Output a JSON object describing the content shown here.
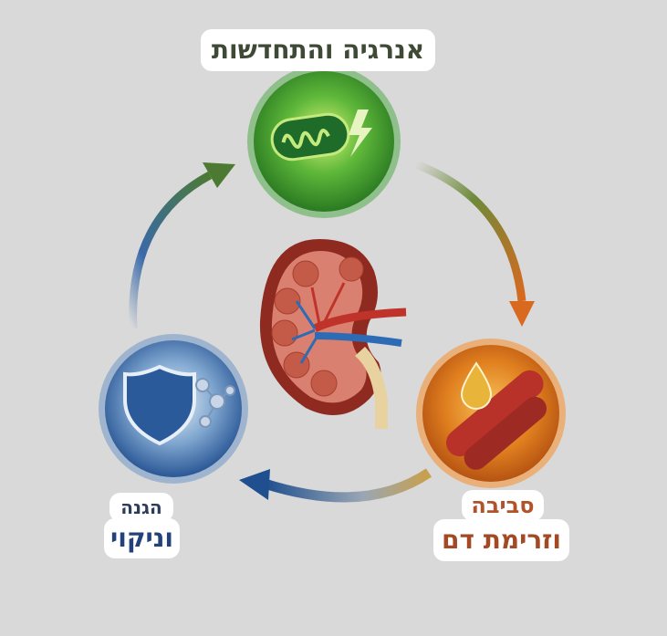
{
  "labels": {
    "energy": "אנרגיה והתחדשות",
    "protection_line1": "הגנה",
    "protection_line2": "וניקוי",
    "environment_line1": "סביבה",
    "environment_line2": "וזרימת דם"
  },
  "icons": [
    "mitochondria-icon",
    "lightning-icon",
    "kidney-illustration",
    "shield-icon",
    "molecule-icon",
    "blood-vessel-icon",
    "drop-icon",
    "cycle-arrow-icon"
  ],
  "colors": {
    "background": "#d9d9d9",
    "green": "#3e9a2e",
    "orange": "#d9731f",
    "blue": "#2c5f9e"
  }
}
